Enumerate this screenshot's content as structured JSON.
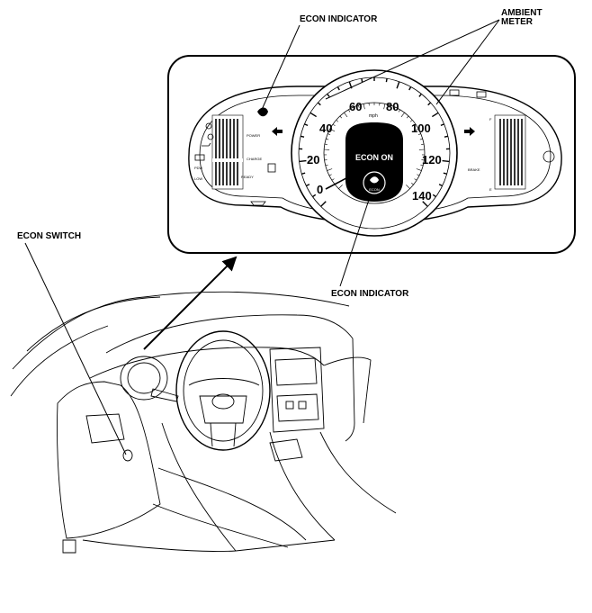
{
  "labels": {
    "econ_indicator_top": "ECON INDICATOR",
    "ambient_meter_line1": "AMBIENT",
    "ambient_meter_line2": "METER",
    "econ_switch": "ECON SWITCH",
    "econ_indicator_bottom": "ECON INDICATOR"
  },
  "cluster": {
    "speed_numbers": [
      "0",
      "20",
      "40",
      "60",
      "80",
      "100",
      "120",
      "140"
    ],
    "unit": "mph",
    "center_text": "ECON ON",
    "econ_badge": "ECON",
    "left_gauge_labels": [
      "POWER",
      "CHARGE",
      "READY"
    ],
    "right_gauge_labels": [
      "F",
      "E"
    ],
    "left_side_labels": [
      "PDW",
      "LOW"
    ],
    "brake_label": "BRAKE"
  }
}
